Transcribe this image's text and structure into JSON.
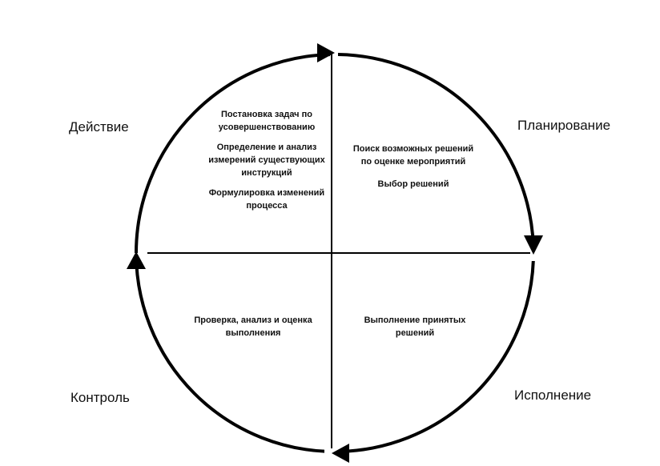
{
  "cycle": {
    "phases": {
      "action": "Действие",
      "planning": "Планирование",
      "execution": "Исполнение",
      "control": "Контроль"
    },
    "quadrants": {
      "top_left": [
        "Постановка задач по усовершенствованию",
        "Определение и анализ измерений существующих инструкций",
        "Формулировка изменений процесса"
      ],
      "top_right": [
        "Поиск возможных решений по оценке мероприятий",
        "Выбор решений"
      ],
      "bottom_left": [
        "Проверка, анализ и оценка выполнения"
      ],
      "bottom_right": [
        "Выполнение принятых решений"
      ]
    }
  }
}
